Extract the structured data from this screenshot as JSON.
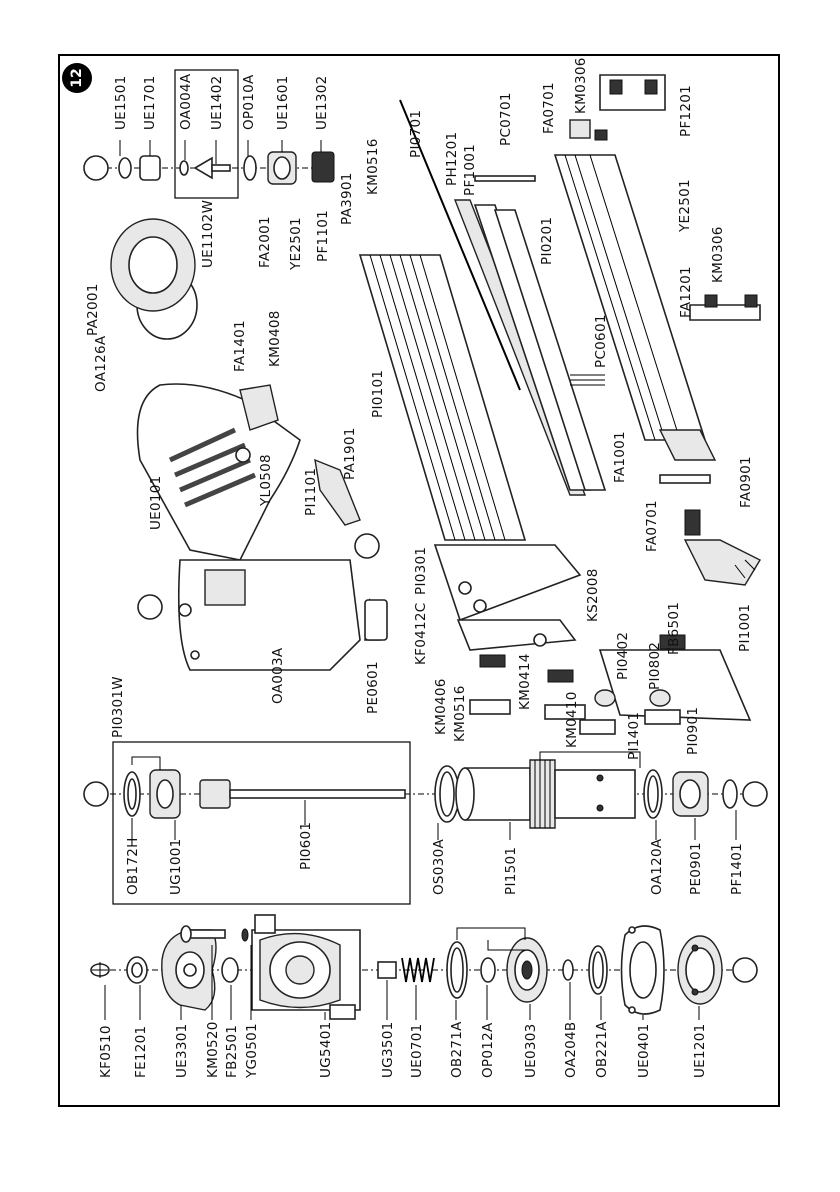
{
  "figure_number": "12",
  "labels": {
    "ue1501": "UE1501",
    "ue1701": "UE1701",
    "oa004a": "OA004A",
    "ue1402": "UE1402",
    "op010a": "OP010A",
    "ue1601": "UE1601",
    "ue1302": "UE1302",
    "ue1102w": "UE1102W",
    "pa3901": "PA3901",
    "km0516_top": "KM0516",
    "pi0701": "PI0701",
    "pc0701": "PC0701",
    "km0306_top": "KM0306",
    "fa0701_top": "FA0701",
    "pf1201": "PF1201",
    "ph1201": "PH1201",
    "pf1001": "PF1001",
    "ye2501_r": "YE2501",
    "pa2001": "PA2001",
    "oa126a": "OA126A",
    "fa1401": "FA1401",
    "km0408": "KM0408",
    "fa2001": "FA2001",
    "ye2501": "YE2501",
    "pf1101": "PF1101",
    "pi0201": "PI0201",
    "fa1201": "FA1201",
    "km0306_r": "KM0306",
    "pc0601": "PC0601",
    "pi0101": "PI0101",
    "ue0101": "UE0101",
    "yl0508": "YL0508",
    "pi1101": "PI1101",
    "pa1901": "PA1901",
    "fa1001": "FA1001",
    "fa0901": "FA0901",
    "fa0701_b": "FA0701",
    "pi0301": "PI0301",
    "kf0412c": "KF0412C",
    "km0406": "KM0406",
    "km0516": "KM0516",
    "km0414": "KM0414",
    "km0410": "KM0410",
    "ks2008": "KS2008",
    "pi0402": "PI0402",
    "pi0802": "PI0802",
    "fb6501": "FB6501",
    "pi1401": "PI1401",
    "pi0901": "PI0901",
    "pi1001": "PI1001",
    "pi0301w": "PI0301W",
    "oa003a": "OA003A",
    "pe0601": "PE0601",
    "ob172h": "OB172H",
    "ug1001": "UG1001",
    "pi0601": "PI0601",
    "os030a": "OS030A",
    "pi1501": "PI1501",
    "oa120a": "OA120A",
    "pe0901": "PE0901",
    "pf1401": "PF1401",
    "kf0510": "KF0510",
    "fe1201": "FE1201",
    "ue3301": "UE3301",
    "km0520": "KM0520",
    "fb2501": "FB2501",
    "yg0501": "YG0501",
    "ug5401": "UG5401",
    "ug3501": "UG3501",
    "ue0701": "UE0701",
    "ob271a": "OB271A",
    "op012a": "OP012A",
    "ue0303": "UE0303",
    "oa204b": "OA204B",
    "ob221a": "OB221A",
    "ue0401": "UE0401",
    "ue1201": "UE1201"
  }
}
